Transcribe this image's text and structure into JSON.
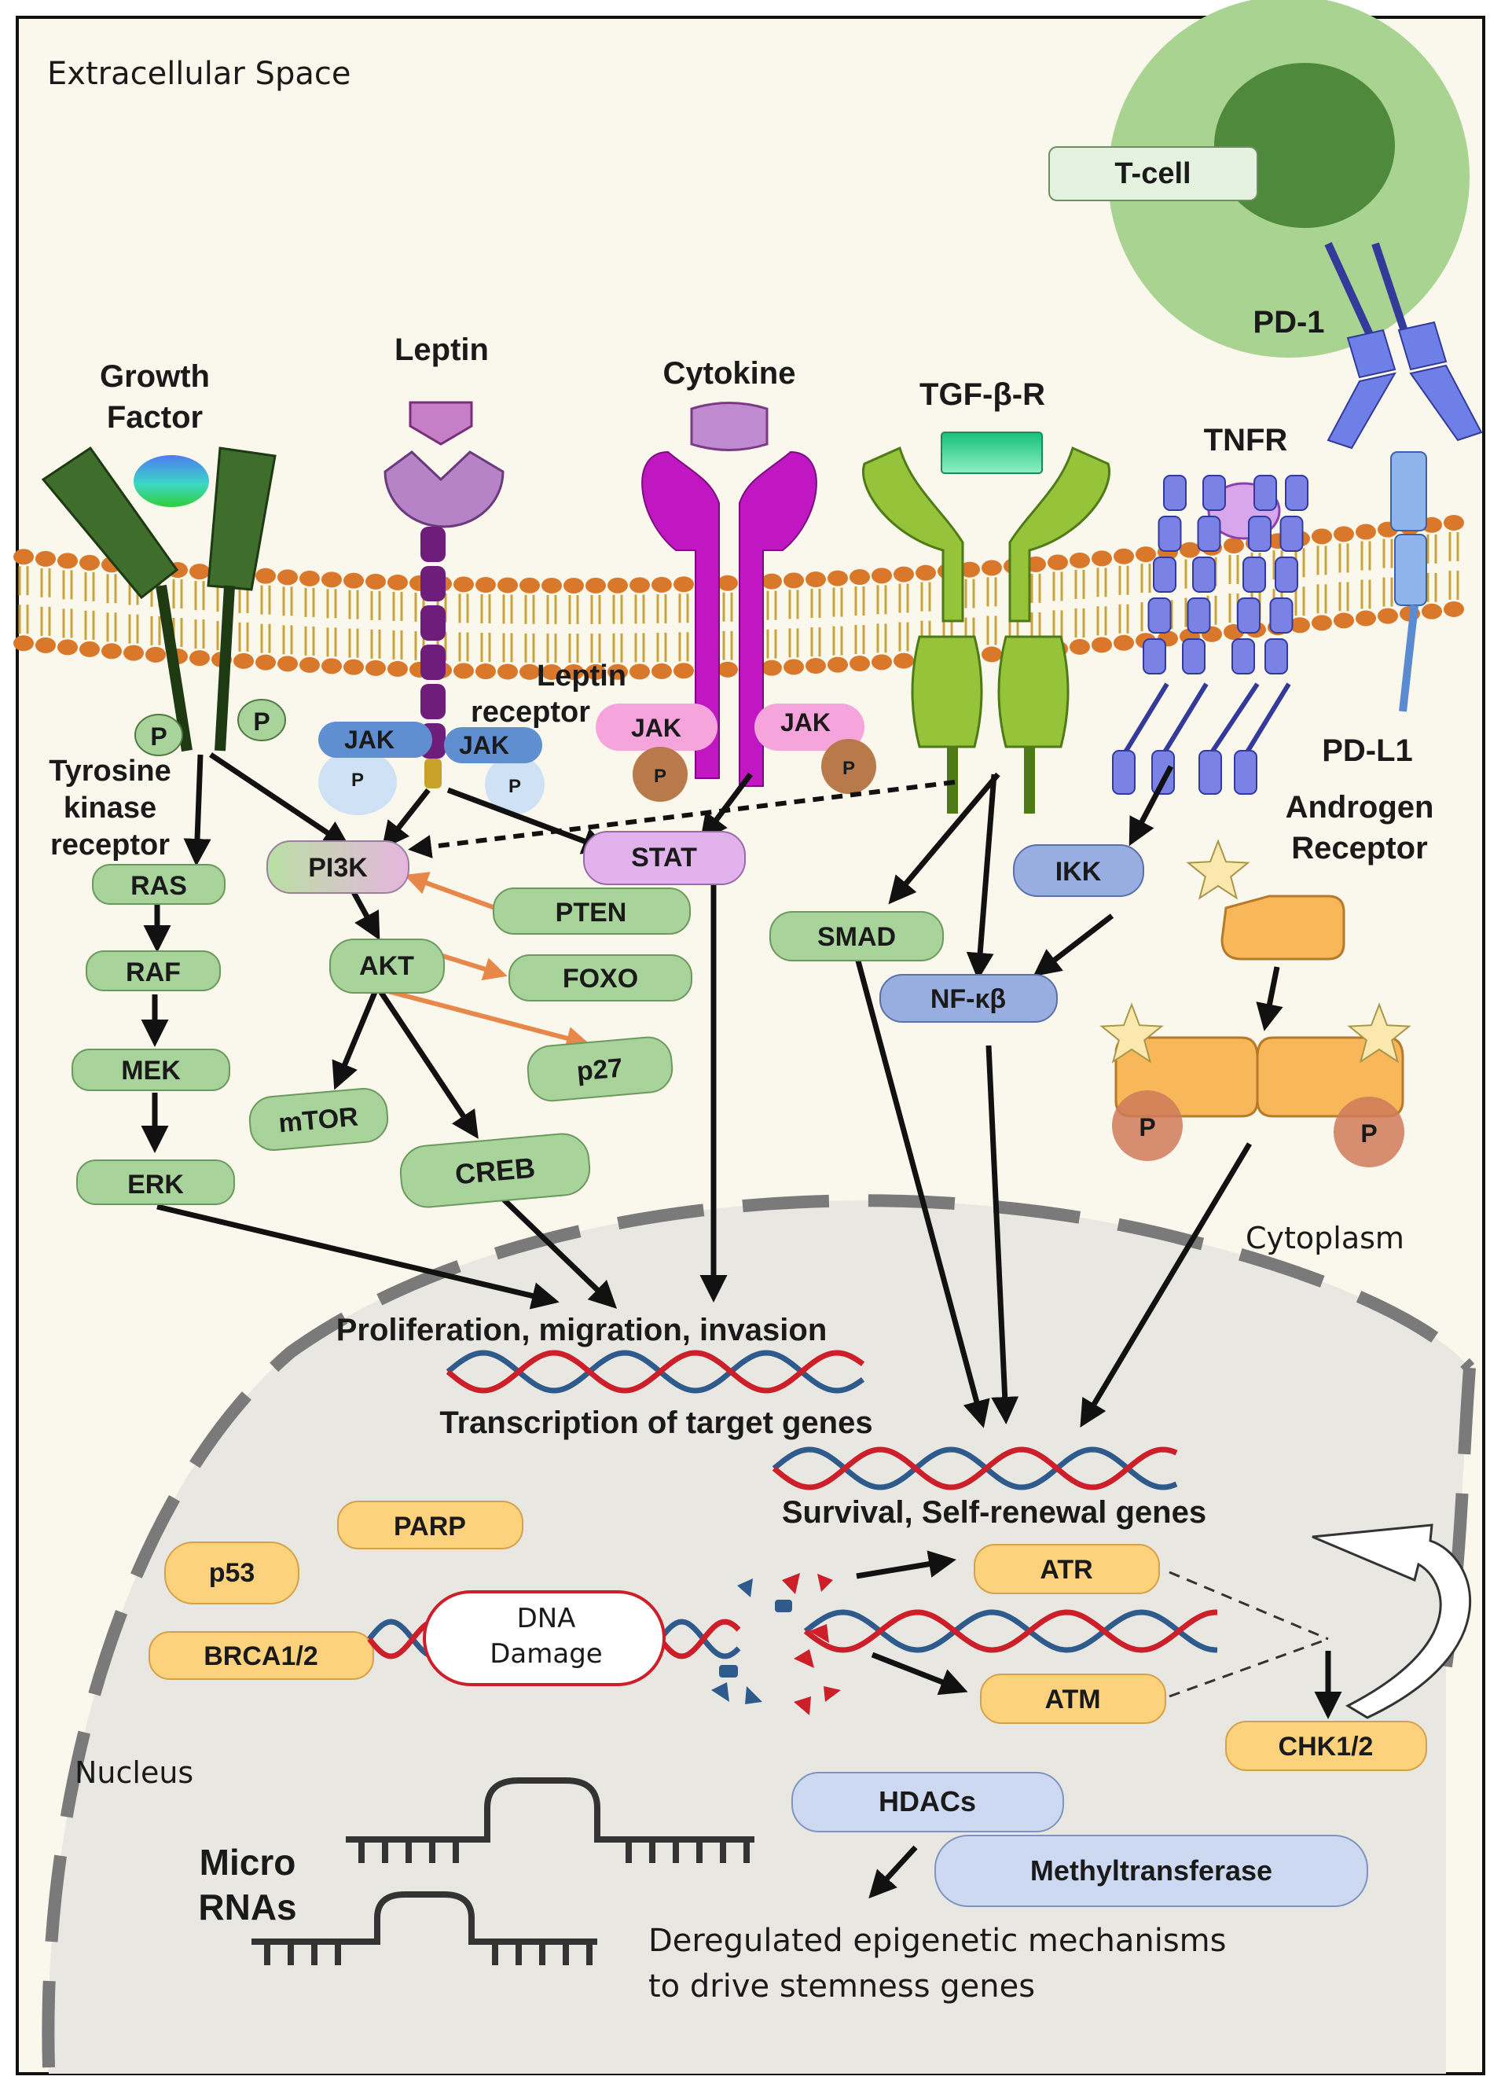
{
  "regions": {
    "extracellular": "Extracellular Space",
    "cytoplasm": "Cytoplasm",
    "nucleus": "Nucleus"
  },
  "receptors": {
    "growth_factor": [
      "Growth",
      "Factor"
    ],
    "leptin": "Leptin",
    "leptin_receptor": [
      "Leptin",
      "receptor"
    ],
    "cytokine": "Cytokine",
    "tgf": "TGF-β-R",
    "tnfr": "TNFR",
    "tcell": "T-cell",
    "pd1": "PD-1",
    "pdl1": "PD-L1",
    "androgen": [
      "Androgen",
      "Receptor"
    ],
    "tyrosine": [
      "Tyrosine",
      "kinase",
      "receptor"
    ]
  },
  "symbols": {
    "p": "P",
    "jak": "JAK"
  },
  "nodes": {
    "ras": "RAS",
    "raf": "RAF",
    "mek": "MEK",
    "erk": "ERK",
    "pi3k": "PI3K",
    "akt": "AKT",
    "pten": "PTEN",
    "foxo": "FOXO",
    "p27": "p27",
    "mtor": "mTOR",
    "creb": "CREB",
    "stat": "STAT",
    "smad": "SMAD",
    "ikk": "IKK",
    "nfkb": "NF-κβ",
    "parp": "PARP",
    "p53": "p53",
    "brca": "BRCA1/2",
    "dna_damage": [
      "DNA",
      "Damage"
    ],
    "atr": "ATR",
    "atm": "ATM",
    "chk": "CHK1/2",
    "hdacs": "HDACs",
    "methyl": "Methyltransferase"
  },
  "texts": {
    "proliferation": "Proliferation,  migration,  invasion",
    "transcription": "Transcription  of target genes",
    "survival": "Survival,  Self-renewal  genes",
    "micro_rnas": [
      "Micro",
      "RNAs"
    ],
    "epigenetic": [
      "Deregulated  epigenetic  mechanisms",
      "to drive stemness genes"
    ]
  },
  "colors": {
    "cytoplasm": "#faf8ec",
    "nucleus": "#e8e7e2",
    "node_green": "#a8d39a",
    "node_orange": "#fcd37c",
    "node_blue": "#cdd9f0",
    "membrane_head": "#d9782a",
    "membrane_tail": "#c9a43a",
    "tcell_outer": "#a8d390",
    "tcell_inner": "#4f8a3c",
    "dna_red": "#cc1f2a",
    "dna_blue": "#2e5b8c"
  }
}
